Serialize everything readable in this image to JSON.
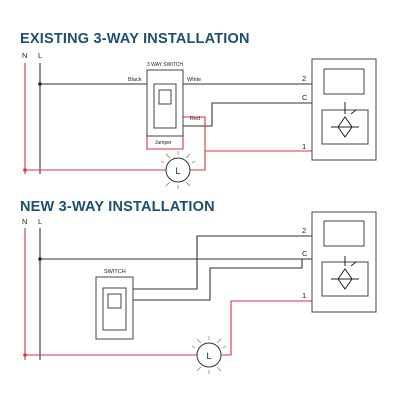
{
  "diagrams": [
    {
      "id": "existing",
      "title": "EXISTING 3-WAY INSTALLATION",
      "bus_labels": {
        "neutral": "N",
        "line": "L"
      },
      "switch": {
        "label": "3 WAY SWITCH",
        "left_terminal": "Black",
        "right_terminal": "White",
        "red_terminal": "Red",
        "jumper": "Jumper"
      },
      "dimmer_terminals": [
        "2",
        "C",
        "1"
      ],
      "lamp": "L"
    },
    {
      "id": "new",
      "title": "NEW 3-WAY INSTALLATION",
      "bus_labels": {
        "neutral": "N",
        "line": "L"
      },
      "switch": {
        "label": "SWITCH"
      },
      "dimmer_terminals": [
        "2",
        "C",
        "1"
      ],
      "lamp": "L"
    }
  ],
  "colors": {
    "title": "#1d4f6e",
    "wire_black": "#333333",
    "wire_red": "#d9363e",
    "outline": "#444444"
  }
}
